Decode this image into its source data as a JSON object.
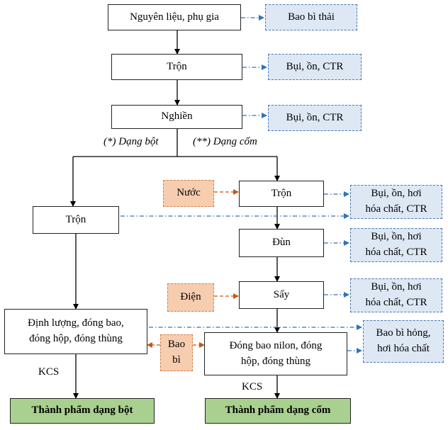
{
  "colors": {
    "process_fill": "#ffffff",
    "waste_fill": "#dde8f4",
    "waste_border": "#4a78b0",
    "input_fill": "#f7cdb0",
    "input_border": "#d0824a",
    "product_fill": "#a9d08e",
    "waste_line": "#2e75b6",
    "input_line": "#c55a11"
  },
  "process": {
    "nguyen_lieu": "Nguyên liệu, phụ gia",
    "tron1": "Trộn",
    "nghien": "Nghiền",
    "tron_bot": "Trộn",
    "dinh_luong_1": "Định lượng, đóng bao,",
    "dinh_luong_2": "đóng hộp, đóng thùng",
    "tron_com": "Trộn",
    "dun": "Đùn",
    "say": "Sấy",
    "dong_bao_1": "Đóng bao nilon, đóng",
    "dong_bao_2": "hộp, đóng thùng"
  },
  "branches": {
    "powder": "(*) Dạng bột",
    "granule": "(**) Dạng cốm"
  },
  "inputs": {
    "nuoc": "Nước",
    "dien": "Điện",
    "bao_bi_1": "Bao",
    "bao_bi_2": "bì"
  },
  "wastes": {
    "bao_bi_thai": "Bao bì thải",
    "bui_on_ctr_1": "Bụi, ồn, CTR",
    "bui_on_ctr_2": "Bụi, ồn, CTR",
    "bui_hoa_chat_1a": "Bụi, ồn, hơi",
    "bui_hoa_chat_1b": "hóa chất, CTR",
    "bui_hoa_chat_2a": "Bụi, ồn, hơi",
    "bui_hoa_chat_2b": "hóa chất, CTR",
    "bui_hoa_chat_3a": "Bụi, ồn, hơi",
    "bui_hoa_chat_3b": "hóa chất, CTR",
    "bao_bi_hong_1": "Bao bì hỏng,",
    "bao_bi_hong_2": "hơi hóa chất"
  },
  "kcs": {
    "left": "KCS",
    "right": "KCS"
  },
  "products": {
    "bot": "Thành phẩm dạng bột",
    "com": "Thành phẩm dạng cốm"
  }
}
